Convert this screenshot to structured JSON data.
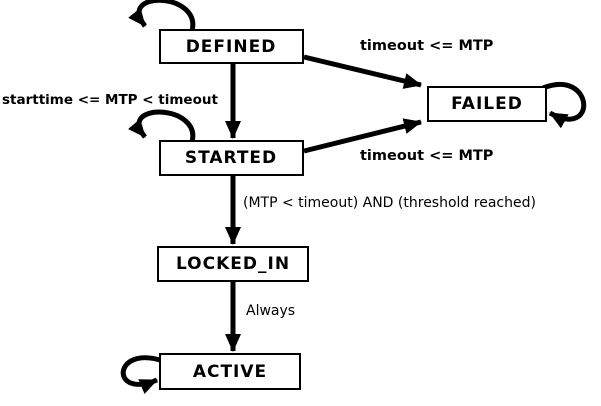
{
  "diagram": {
    "type": "state-machine",
    "background": "#ffffff",
    "stroke_color": "#000000",
    "node_fill": "#ffffff",
    "nodes": {
      "defined": {
        "label": "DEFINED",
        "self_loop": true
      },
      "failed": {
        "label": "FAILED",
        "self_loop": true
      },
      "started": {
        "label": "STARTED",
        "self_loop": true
      },
      "locked_in": {
        "label": "LOCKED_IN",
        "self_loop": false
      },
      "active": {
        "label": "ACTIVE",
        "self_loop": true
      }
    },
    "edges": {
      "defined_to_failed": {
        "from": "DEFINED",
        "to": "FAILED",
        "label": "timeout <= MTP"
      },
      "defined_to_started": {
        "from": "DEFINED",
        "to": "STARTED",
        "label": "starttime <= MTP < timeout"
      },
      "started_to_failed": {
        "from": "STARTED",
        "to": "FAILED",
        "label": "timeout <= MTP"
      },
      "started_to_locked_in": {
        "from": "STARTED",
        "to": "LOCKED_IN",
        "label": "(MTP < timeout) AND (threshold reached)"
      },
      "locked_in_to_active": {
        "from": "LOCKED_IN",
        "to": "ACTIVE",
        "label": "Always"
      }
    }
  }
}
